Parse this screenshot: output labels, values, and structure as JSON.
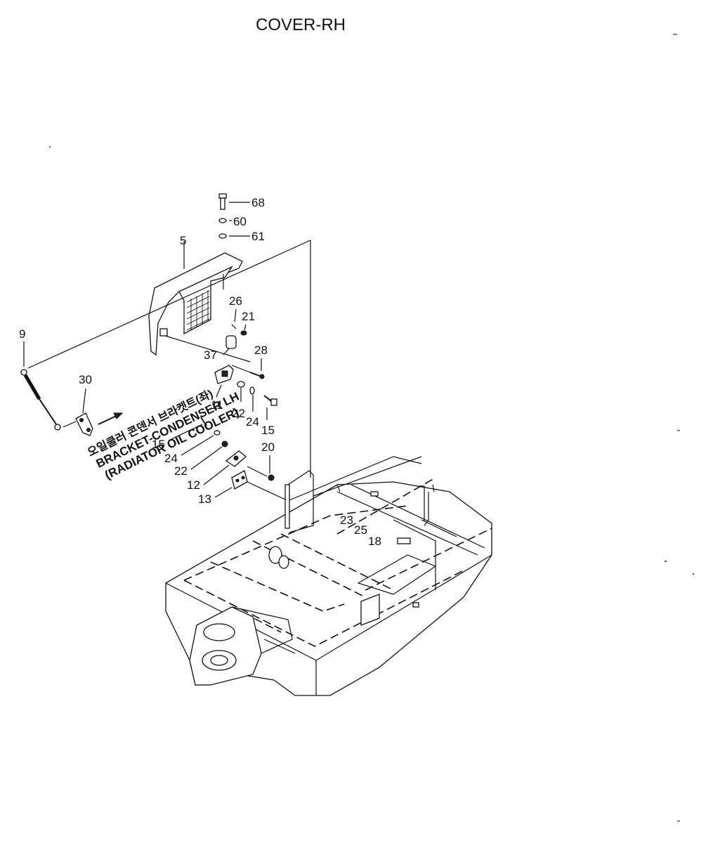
{
  "title": "COVER-RH",
  "callouts": {
    "c68": "68",
    "c60": "60",
    "c61": "61",
    "c5": "5",
    "c26": "26",
    "c21": "21",
    "c9": "9",
    "c37": "37",
    "c28": "28",
    "c30": "30",
    "c11": "11",
    "c22a": "22",
    "c24a": "24",
    "c15a": "15",
    "c15b": "15",
    "c20": "20",
    "c24b": "24",
    "c22b": "22",
    "c12": "12",
    "c13": "13",
    "c23": "23",
    "c25": "25",
    "c18": "18"
  },
  "note": {
    "korean": "오일쿨러 콘덴서 브라켓트(좌)",
    "line1": "BRACKET-CONDENSER LH",
    "line2": "(RADIATOR OIL COOLER)"
  }
}
